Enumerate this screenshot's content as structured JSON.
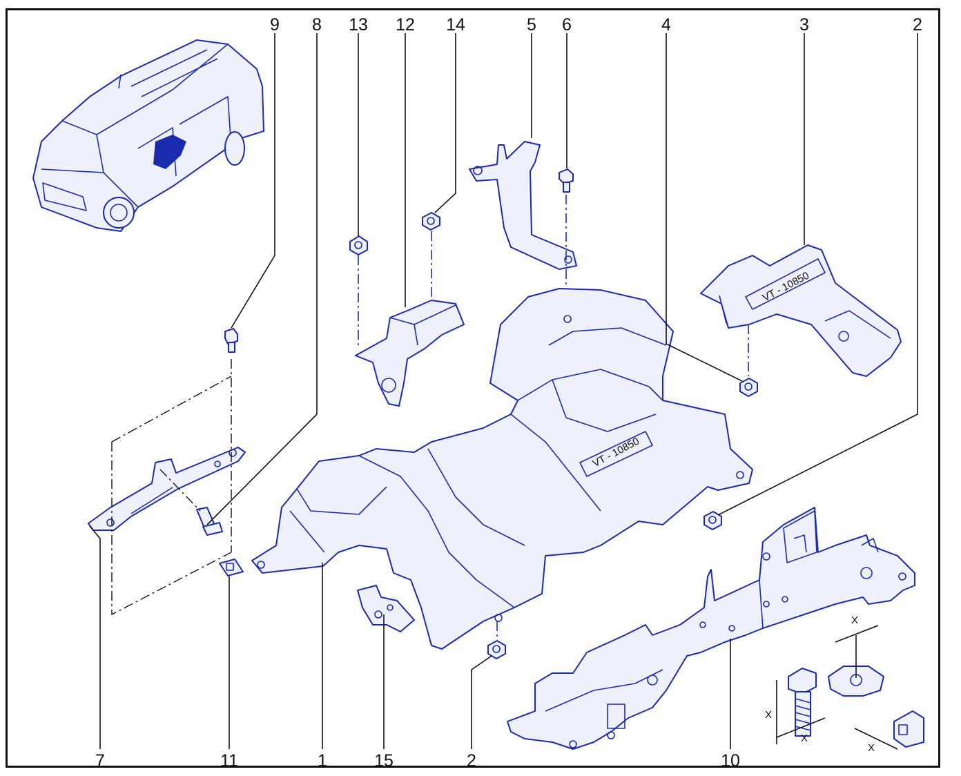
{
  "callouts": {
    "top": [
      "9",
      "8",
      "13",
      "12",
      "14",
      "5",
      "6",
      "4",
      "3",
      "2"
    ],
    "bottom": [
      "7",
      "11",
      "1",
      "15",
      "2",
      "10"
    ]
  },
  "plate_marking": "VT - 10850",
  "dimension_label": "X",
  "colors": {
    "line": "#1b2bb0",
    "fill": "#eef0fb",
    "frame": "#111111"
  }
}
